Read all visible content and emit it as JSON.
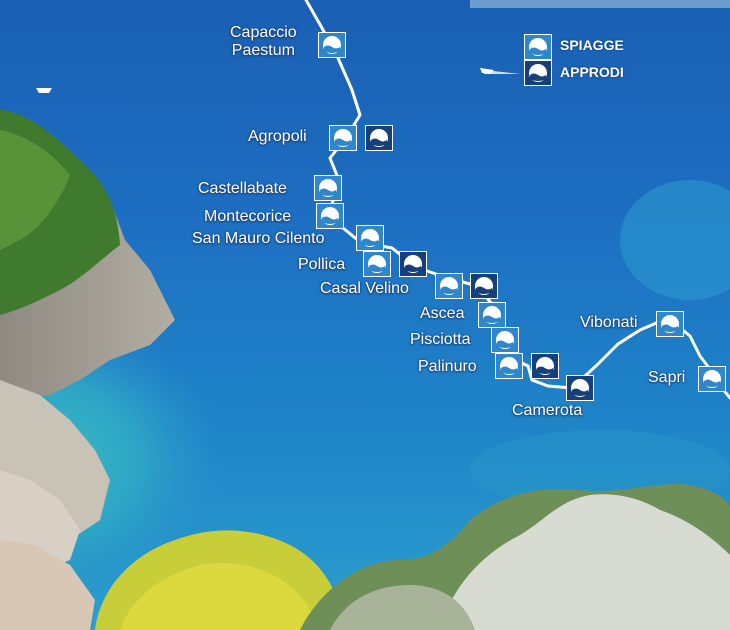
{
  "legend": {
    "spiagge_label": "SPIAGGE",
    "approdi_label": "APPRODI",
    "spiagge_color": "#2f86c8",
    "approdi_color": "#173f7a"
  },
  "places": {
    "capaccio_paestum": {
      "line1": "Capaccio",
      "line2": "Paestum"
    },
    "agropoli": "Agropoli",
    "castellabate": "Castellabate",
    "montecorice": "Montecorice",
    "san_mauro_cilento": "San Mauro Cilento",
    "pollica": "Pollica",
    "casal_velino": "Casal Velino",
    "ascea": "Ascea",
    "pisciotta": "Pisciotta",
    "palinuro": "Palinuro",
    "camerota": "Camerota",
    "vibonati": "Vibonati",
    "sapri": "Sapri"
  },
  "icons": {
    "flag": "blue-flag-wave-icon",
    "boat": "boat-icon"
  }
}
